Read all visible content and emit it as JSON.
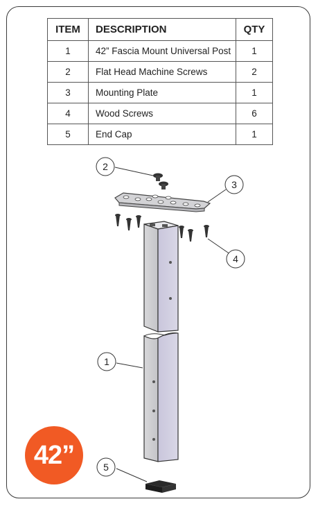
{
  "table": {
    "headers": {
      "item": "ITEM",
      "description": "DESCRIPTION",
      "qty": "QTY"
    },
    "rows": [
      {
        "item": "1",
        "description": "42” Fascia Mount Universal Post",
        "qty": "1"
      },
      {
        "item": "2",
        "description": "Flat Head Machine Screws",
        "qty": "2"
      },
      {
        "item": "3",
        "description": "Mounting Plate",
        "qty": "1"
      },
      {
        "item": "4",
        "description": "Wood Screws",
        "qty": "6"
      },
      {
        "item": "5",
        "description": "End Cap",
        "qty": "1"
      }
    ]
  },
  "callouts": {
    "post": "1",
    "machine_screws": "2",
    "plate": "3",
    "wood_screws": "4",
    "end_cap": "5"
  },
  "badge": {
    "label": "42”",
    "color": "#f15a24"
  }
}
